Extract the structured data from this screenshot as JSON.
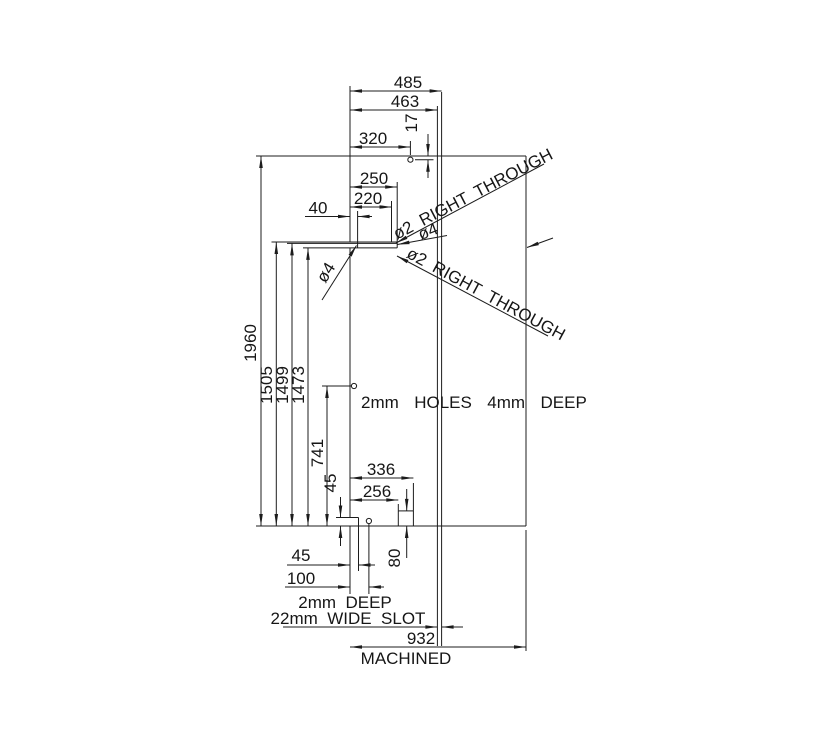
{
  "drawing": {
    "dims": {
      "d485": "485",
      "d463": "463",
      "d320": "320",
      "d17": "17",
      "d250": "250",
      "d220": "220",
      "d40": "40",
      "d1960": "1960",
      "d1505": "1505",
      "d1499": "1499",
      "d1473": "1473",
      "d741": "741",
      "d45_depth": "45",
      "d336": "336",
      "d256": "256",
      "d80": "80",
      "d45_bottom": "45",
      "d100": "100",
      "d932": "932"
    },
    "labels": {
      "holes_note": "2mm  HOLES  4mm  DEEP",
      "slot_note_line1": "2mm  DEEP",
      "slot_note_line2": "22mm  WIDE  SLOT",
      "machined": "MACHINED",
      "through_top": "ø2  RIGHT  THROUGH",
      "through_bottom": "ø2  RIGHT  THROUGH",
      "dia4_right": "ø4",
      "dia4_left": "ø4"
    },
    "line_color": "#1c1c1c"
  }
}
